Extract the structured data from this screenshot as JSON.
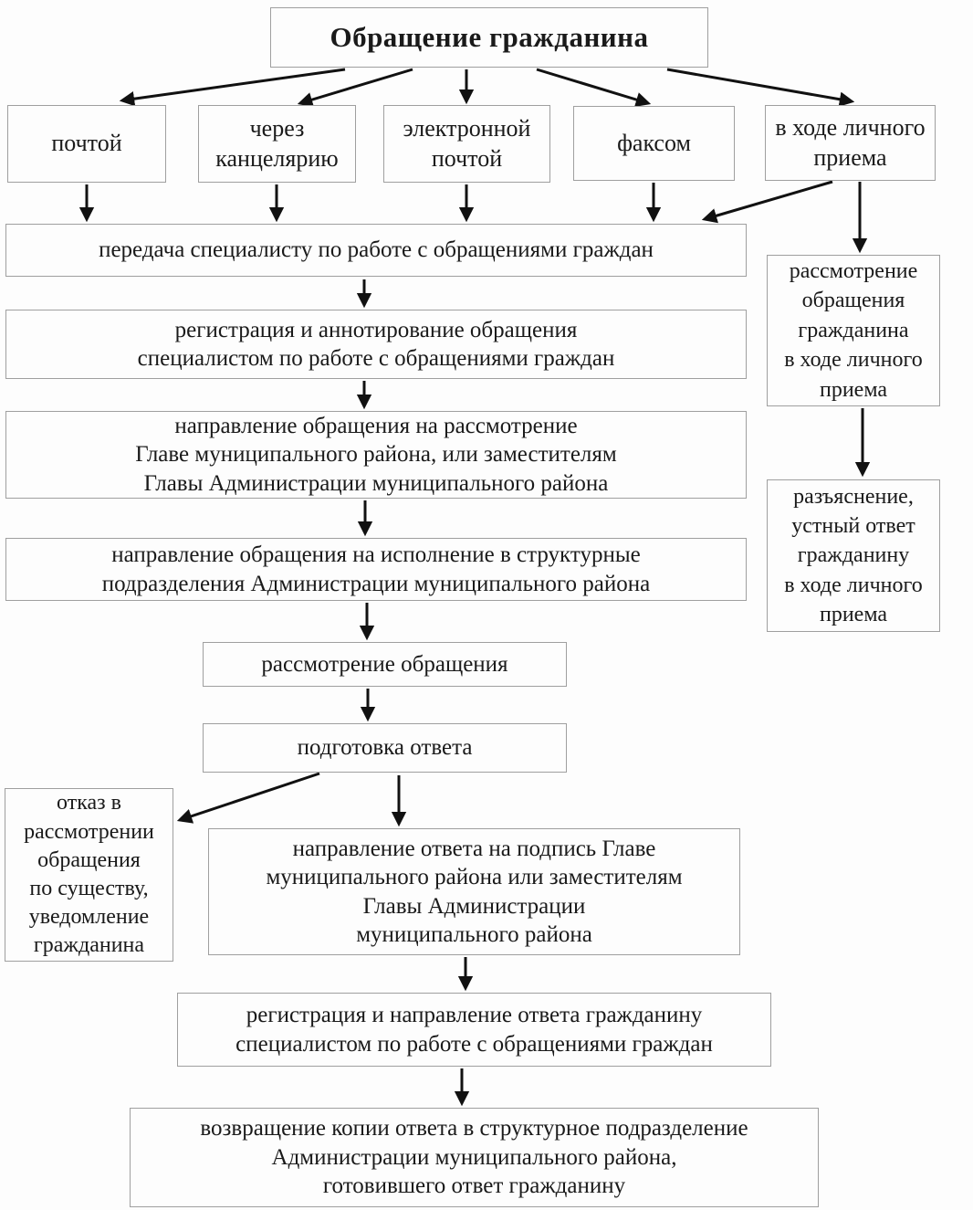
{
  "diagram": {
    "title": "Обращение гражданина",
    "colors": {
      "background": "#fdfdfd",
      "box_border": "#9f9f9f",
      "text": "#1a1a1a",
      "arrow": "#111111"
    },
    "nodes": {
      "title": "Обращение гражданина",
      "mail": "почтой",
      "chancery": "через\nканцелярию",
      "email": "электронной\nпочтой",
      "fax": "факсом",
      "personal": "в ходе личного\nприема",
      "transfer": "передача специалисту по работе с обращениями граждан",
      "reg_annot": "регистрация и аннотирование обращения\nспециалистом по работе с обращениями граждан",
      "dir_review": "направление  обращения на рассмотрение\nГлаве муниципального района, или заместителям\nГлавы Администрации муниципального района",
      "dir_exec": "направление  обращения на исполнение в структурные\nподразделения Администрации муниципального района",
      "review": "рассмотрение обращения",
      "answer_prep": "подготовка ответа",
      "refusal": "отказ в\nрассмотрении\nобращения\nпо существу,\nуведомление\nгражданина",
      "answer_sign": "направление ответа на подпись Главе\nмуниципального района  или заместителям\nГлавы Администрации\nмуниципального района",
      "answer_send": "регистрация и направление ответа гражданину\nспециалистом по работе с обращениями граждан",
      "copy_return": "возвращение копии ответа в структурное подразделение\nАдминистрации муниципального района,\nготовившего ответ гражданину",
      "personal_review": "рассмотрение\nобращения\nгражданина\nв ходе личного\nприема",
      "personal_answer": "разъяснение,\nустный ответ\nгражданину\nв ходе личного\nприема"
    }
  }
}
